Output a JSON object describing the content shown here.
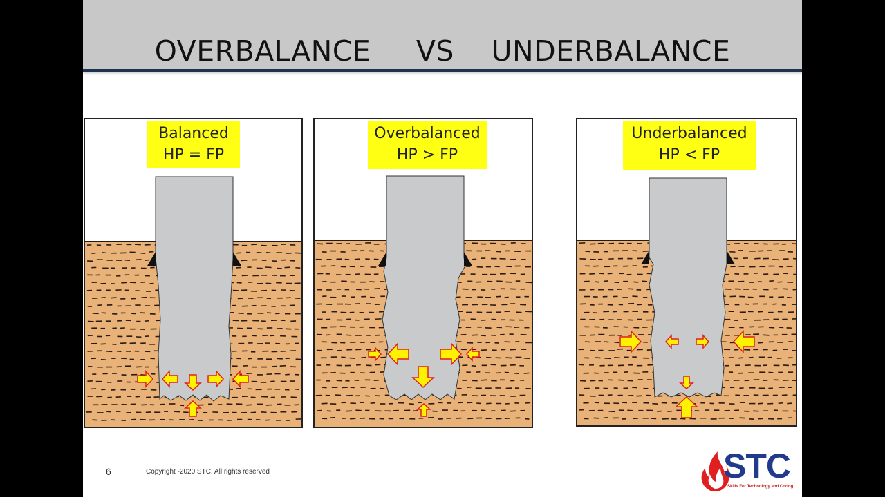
{
  "slide": {
    "title_left": "OVERBALANCE",
    "title_mid": "VS",
    "title_right": "UNDERBALANCE",
    "page_number": "6",
    "copyright": "Copyright -2020 STC. All rights reserved",
    "logo_text": "STC",
    "logo_tagline": "Skills For Technology and Coring"
  },
  "panels": [
    {
      "name": "Balanced",
      "relation": "HP = FP"
    },
    {
      "name": "Overbalanced",
      "relation": "HP > FP"
    },
    {
      "name": "Underbalanced",
      "relation": "HP < FP"
    }
  ],
  "colors": {
    "formation": "#e8b278",
    "borehole": "#c9cacc",
    "arrow_fill": "#fff200",
    "arrow_outline": "#e02020",
    "label_bg": "#ffff14",
    "title_bar": "#c8c8c8",
    "title_rule": "#1e3350",
    "logo_blue": "#223a8c",
    "logo_red": "#e02020"
  }
}
